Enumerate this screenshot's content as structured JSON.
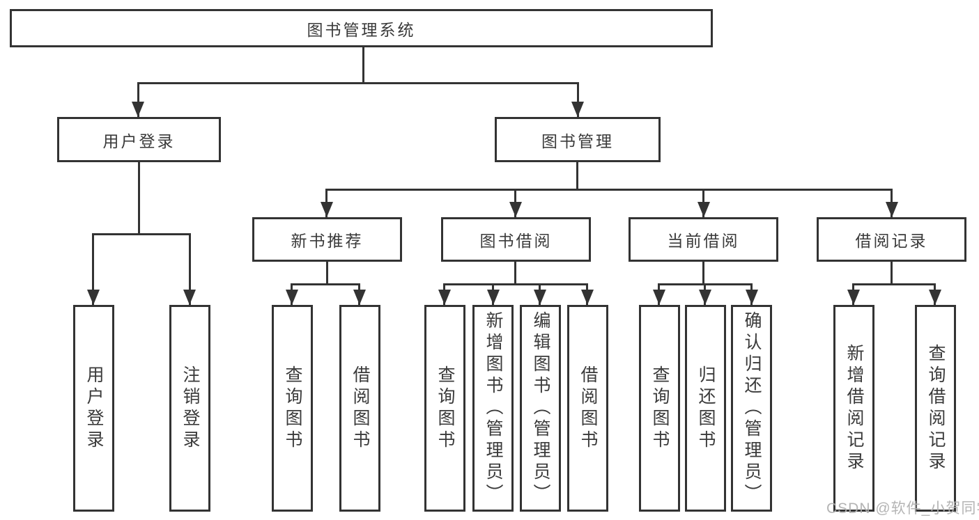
{
  "diagram": {
    "title": "图书管理系统",
    "root": {
      "label": "图书管理系统"
    },
    "level2": [
      {
        "label": "用户登录"
      },
      {
        "label": "图书管理"
      }
    ],
    "level3": [
      {
        "label": "新书推荐"
      },
      {
        "label": "图书借阅"
      },
      {
        "label": "当前借阅"
      },
      {
        "label": "借阅记录"
      }
    ],
    "leaves": {
      "login": [
        "用户登录",
        "注销登录"
      ],
      "recommend": [
        "查询图书",
        "借阅图书"
      ],
      "borrow": [
        "查询图书",
        "新增图书（管理员）",
        "编辑图书（管理员）",
        "借阅图书"
      ],
      "current": [
        "查询图书",
        "归还图书",
        "确认归还（管理员）"
      ],
      "records": [
        "新增借阅记录",
        "查询借阅记录"
      ]
    }
  },
  "watermark": "CSDN @软件_小贺同学",
  "colors": {
    "line": "#333333",
    "text": "#3a3a3a",
    "background": "#ffffff",
    "watermark": "#b0b0b0"
  }
}
